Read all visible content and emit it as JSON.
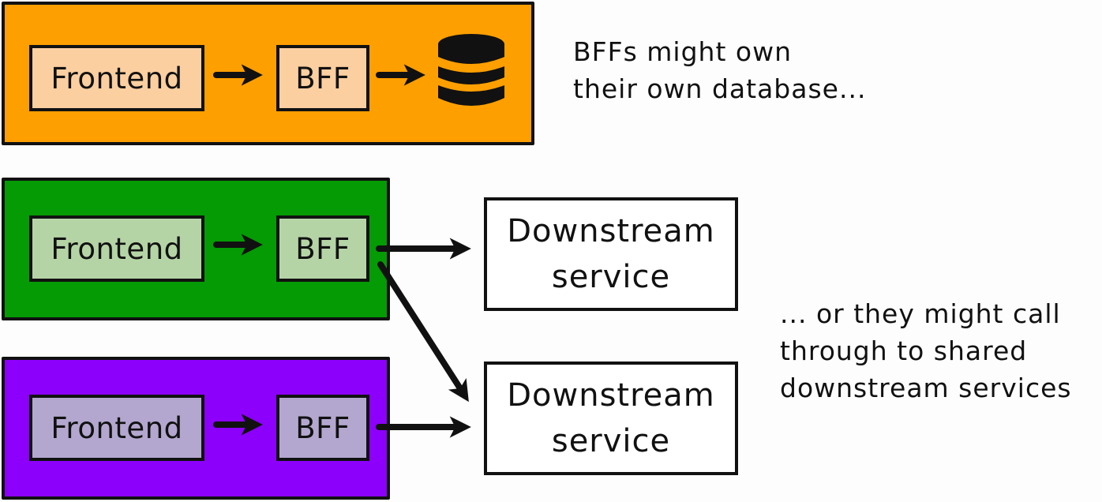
{
  "diagram": {
    "groups": [
      {
        "id": "orange",
        "color": "#fe9f00",
        "nodes": [
          {
            "label": "Frontend"
          },
          {
            "label": "BFF"
          }
        ],
        "target": "database-icon"
      },
      {
        "id": "green",
        "color": "#049b04",
        "nodes": [
          {
            "label": "Frontend"
          },
          {
            "label": "BFF"
          }
        ],
        "targets": [
          "downstream-service-1",
          "downstream-service-2"
        ]
      },
      {
        "id": "purple",
        "color": "#8c00fb",
        "nodes": [
          {
            "label": "Frontend"
          },
          {
            "label": "BFF"
          }
        ],
        "targets": [
          "downstream-service-2"
        ]
      }
    ],
    "services": [
      {
        "line1": "Downstream",
        "line2": "service"
      },
      {
        "line1": "Downstream",
        "line2": "service"
      }
    ],
    "notes": {
      "top": [
        "BFFs might own",
        "their own database..."
      ],
      "bottom": [
        "... or they might call",
        "through to shared",
        "downstream services"
      ]
    }
  }
}
